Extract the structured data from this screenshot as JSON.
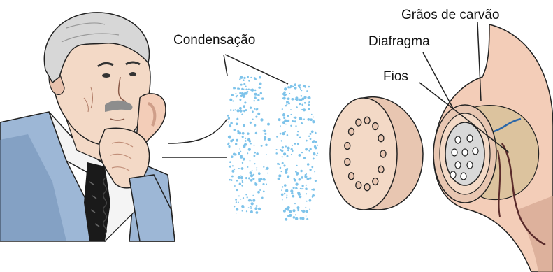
{
  "labels": {
    "condensation": "Condensação",
    "carbon_grains": "Grãos de carvão",
    "diaphragm": "Diafragma",
    "wires": "Fios"
  },
  "colors": {
    "skin": "#f3d9c6",
    "skin_shadow": "#d9a88f",
    "hair": "#d7d7d7",
    "jacket": "#9db7d6",
    "jacket_dark": "#6f8fb7",
    "shirt": "#f4f4f4",
    "tie": "#1a1a1a",
    "handset": "#f3cdb8",
    "handset_dark": "#cf9e89",
    "droplet": "#7ec3ea",
    "chamber": "#dcc39e",
    "wire_blue": "#2a66a8",
    "wire_dark": "#5a2b2b",
    "line": "#222222"
  }
}
